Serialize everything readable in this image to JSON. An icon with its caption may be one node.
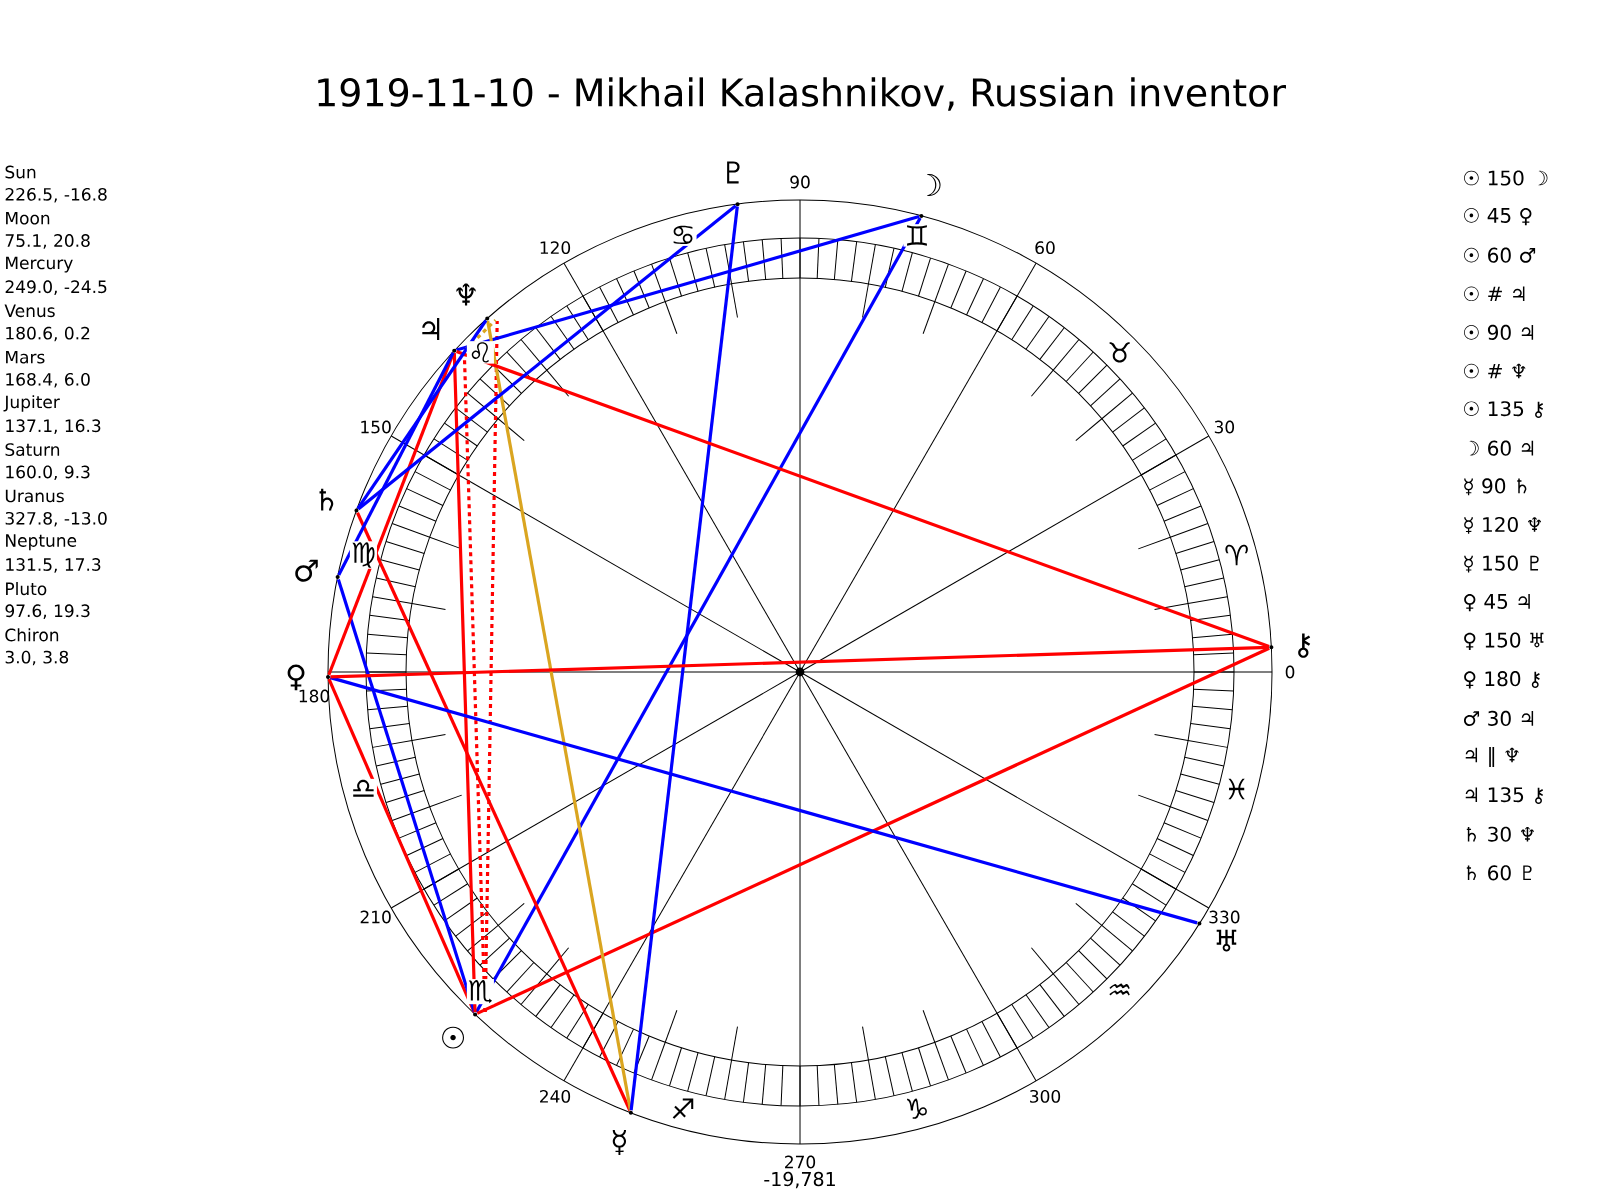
{
  "diagram": {
    "title": "1919-11-10 - Mikhail Kalashnikov, Russian inventor",
    "nodes": [
      {
        "text": [
          "☉"
        ]
      },
      {
        "text": [
          "☽"
        ]
      },
      {
        "text": [
          "☿"
        ]
      },
      {
        "text": [
          "♀"
        ]
      },
      {
        "text": [
          "♂"
        ]
      },
      {
        "text": [
          "♃"
        ]
      },
      {
        "text": [
          "♄"
        ]
      },
      {
        "text": [
          "♅"
        ]
      },
      {
        "text": [
          "♆"
        ]
      },
      {
        "text": [
          "♇"
        ]
      },
      {
        "text": [
          "⚷"
        ]
      }
    ],
    "edges": [
      {
        "from": 0,
        "to": 1,
        "arrow": "none",
        "color": "#0000ff"
      },
      {
        "from": 0,
        "to": 3,
        "arrow": "none",
        "color": "#ff0000"
      },
      {
        "from": 0,
        "to": 4,
        "arrow": "none",
        "color": "#0000ff"
      },
      {
        "from": 0,
        "to": 5,
        "arrow": "none",
        "color": "#ff0000",
        "style": "dashed"
      },
      {
        "from": 0,
        "to": 5,
        "arrow": "none",
        "color": "#ff0000"
      },
      {
        "from": 0,
        "to": 8,
        "arrow": "none",
        "color": "#ff0000",
        "style": "dashed"
      },
      {
        "from": 0,
        "to": 10,
        "arrow": "none",
        "color": "#ff0000"
      },
      {
        "from": 1,
        "to": 5,
        "arrow": "none",
        "color": "#0000ff"
      },
      {
        "from": 2,
        "to": 6,
        "arrow": "none",
        "color": "#ff0000"
      },
      {
        "from": 2,
        "to": 8,
        "arrow": "none",
        "color": "#daa520"
      },
      {
        "from": 2,
        "to": 9,
        "arrow": "none",
        "color": "#0000ff"
      },
      {
        "from": 3,
        "to": 5,
        "arrow": "none",
        "color": "#ff0000"
      },
      {
        "from": 3,
        "to": 7,
        "arrow": "none",
        "color": "#0000ff"
      },
      {
        "from": 3,
        "to": 10,
        "arrow": "none",
        "color": "#ff0000"
      },
      {
        "from": 4,
        "to": 5,
        "arrow": "none",
        "color": "#0000ff"
      },
      {
        "from": 5,
        "to": 8,
        "arrow": "none",
        "color": "#daa520",
        "style": "dashed"
      },
      {
        "from": 5,
        "to": 10,
        "arrow": "none",
        "color": "#ff0000"
      },
      {
        "from": 6,
        "to": 8,
        "arrow": "none",
        "color": "#0000ff"
      },
      {
        "from": 6,
        "to": 9,
        "arrow": "none",
        "color": "#0000ff"
      }
    ],
    "labels": [
      "Sun",
      "226.5, -16.8",
      "Moon",
      "75.1, 20.8",
      "Mercury",
      "249.0, -24.5",
      "Venus",
      "180.6, 0.2",
      "Mars",
      "168.4, 6.0",
      "Jupiter",
      "137.1, 16.3",
      "Saturn",
      "160.0, 9.3",
      "Uranus",
      "327.8, -13.0",
      "Neptune",
      "131.5, 17.3",
      "Pluto",
      "97.6, 19.3",
      "Chiron",
      "3.0, 3.8",
      "0",
      "30",
      "60",
      "90",
      "120",
      "150",
      "180",
      "210",
      "240",
      "270",
      "300",
      "330",
      "♈",
      "♉",
      "♊",
      "♋",
      "♌",
      "♍",
      "♎",
      "♏",
      "♐",
      "♑",
      "♒",
      "♓",
      "-19,781",
      "☉ 150 ☽",
      "☉ 45 ♀",
      "☉ 60 ♂",
      "☉ # ♃",
      "☉ 90 ♃",
      "☉ # ♆",
      "☉ 135 ⚷",
      "☽ 60 ♃",
      "☿ 90 ♄",
      "☿ 120 ♆",
      "☿ 150 ♇",
      "♀ 45 ♃",
      "♀ 150 ♅",
      "♀ 180 ⚷",
      "♂ 30 ♃",
      "♃ ‖ ♆",
      "♃ 135 ⚷",
      "♄ 30 ♆",
      "♄ 60 ♇"
    ]
  }
}
